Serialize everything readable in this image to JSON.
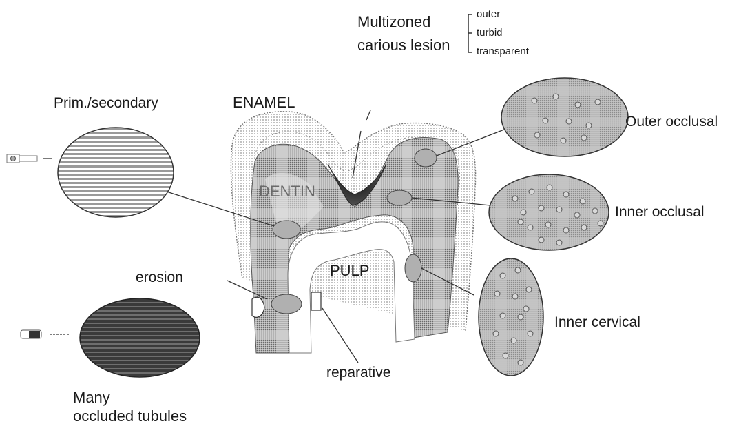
{
  "labels": {
    "lesion_line1": "Multizoned",
    "lesion_line2": "carious lesion",
    "zone_outer": "outer",
    "zone_turbid": "turbid",
    "zone_transparent": "transparent",
    "prim_secondary": "Prim./secondary",
    "enamel": "ENAMEL",
    "dentin": "DENTIN",
    "pulp": "PULP",
    "outer_occlusal": "Outer occlusal",
    "inner_occlusal": "Inner occlusal",
    "inner_cervical": "Inner cervical",
    "erosion": "erosion",
    "reparative": "reparative",
    "many_line1": "Many",
    "many_line2": "occluded tubules"
  },
  "colors": {
    "ink": "#1a1a1a",
    "lesion": "#3a3a3a",
    "tubule_fill": "#d8d8d8",
    "patch_fill": "#b0b0b0"
  }
}
